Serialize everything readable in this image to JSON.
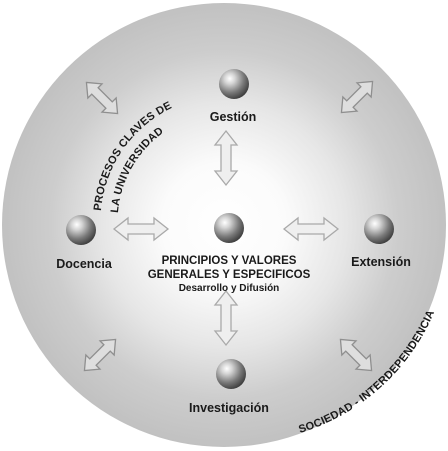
{
  "nodes": {
    "top": "Gestión",
    "left": "Docencia",
    "right": "Extensión",
    "bottom": "Investigación"
  },
  "center": {
    "line1": "PRINCIPIOS Y VALORES",
    "line2": "GENERALES Y ESPECIFICOS",
    "line3": "Desarrollo y Difusión"
  },
  "curved_labels": {
    "processes_line1": "PROCESOS CLAVES DE",
    "processes_line2": "LA UNIVERSIDAD",
    "society": "SOCIEDAD - INTERDEPENDENCIA"
  },
  "colors": {
    "outer_ring": "#c4c4c4",
    "inner_glow": "#ffffff",
    "sphere_dark": "#4a4a4a",
    "arrow_fill": "#d6d6d6"
  }
}
